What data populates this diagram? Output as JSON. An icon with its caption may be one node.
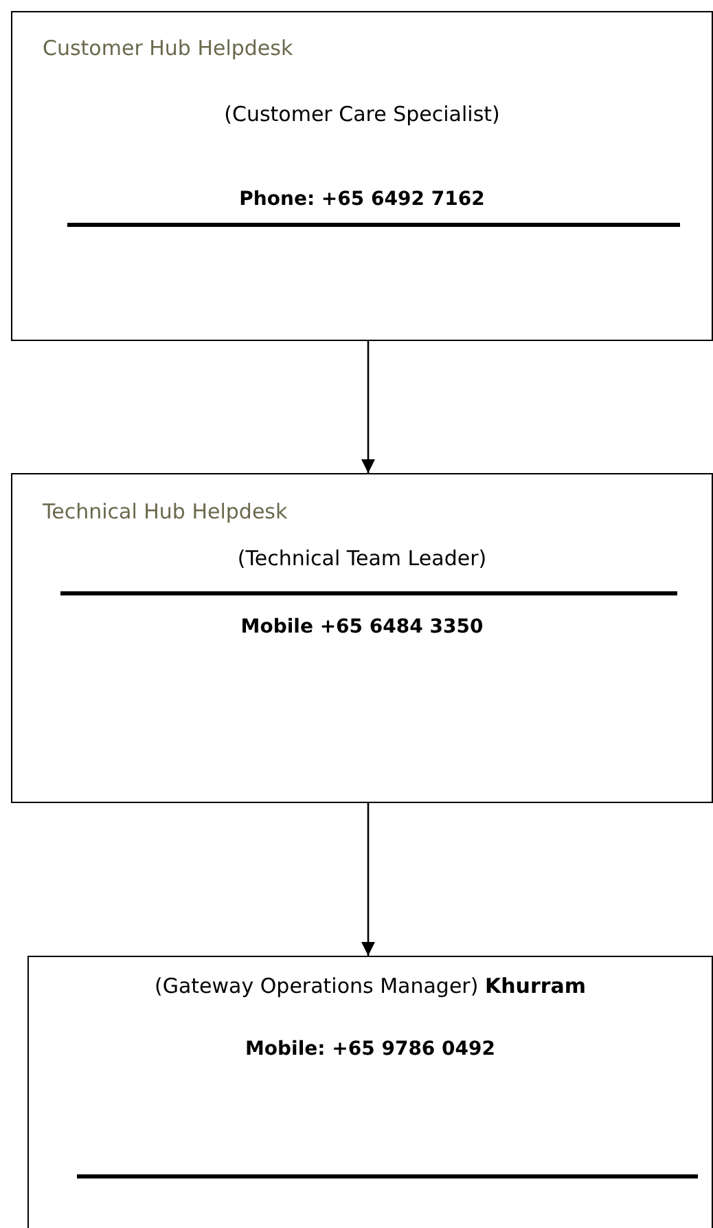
{
  "diagram": {
    "nodes": [
      {
        "text": [
          "Customer Hub Helpdesk",
          "(Customer Care Specialist)",
          "Phone: +65 6492 7162"
        ]
      },
      {
        "text": [
          "Technical Hub Helpdesk",
          "(Technical Team Leader)",
          "Mobile +65 6484 3350"
        ]
      },
      {
        "text": [
          "(Gateway Operations Manager) **Khurram**",
          "Mobile: +65 9786 0492"
        ]
      }
    ],
    "edges": [
      {
        "from": 0,
        "to": 1,
        "arrow": "to"
      },
      {
        "from": 1,
        "to": 2,
        "arrow": "to"
      }
    ]
  }
}
